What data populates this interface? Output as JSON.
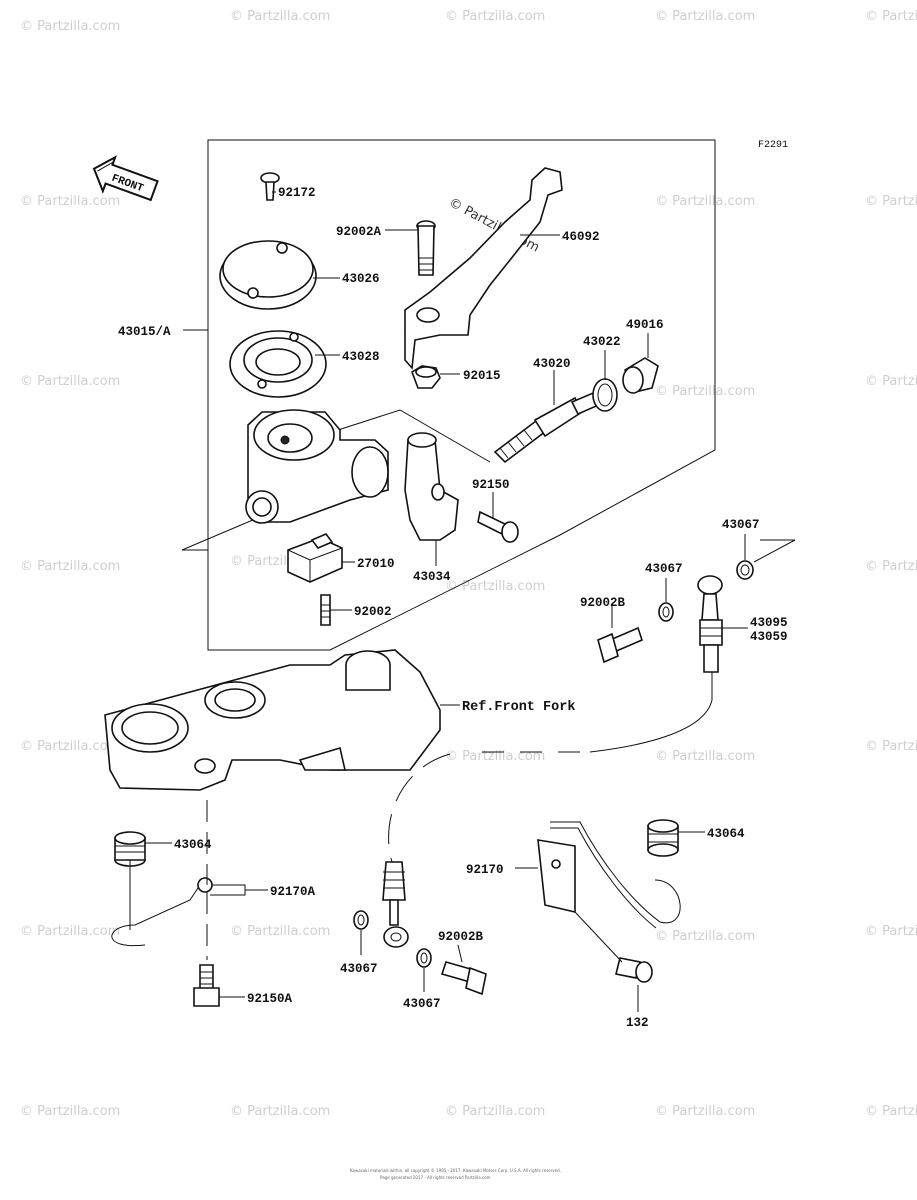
{
  "figure_code": "F2291",
  "front_label": "FRONT",
  "watermark": "© Partzilla.com",
  "reference_label": "Ref.Front Fork",
  "part_labels": [
    {
      "id": "92172",
      "text": "92172"
    },
    {
      "id": "92002A",
      "text": "92002A"
    },
    {
      "id": "46092",
      "text": "46092"
    },
    {
      "id": "43026",
      "text": "43026"
    },
    {
      "id": "43015A",
      "text": "43015/A"
    },
    {
      "id": "43028",
      "text": "43028"
    },
    {
      "id": "49016",
      "text": "49016"
    },
    {
      "id": "43022",
      "text": "43022"
    },
    {
      "id": "43020",
      "text": "43020"
    },
    {
      "id": "92015",
      "text": "92015"
    },
    {
      "id": "92150",
      "text": "92150"
    },
    {
      "id": "27010",
      "text": "27010"
    },
    {
      "id": "43034",
      "text": "43034"
    },
    {
      "id": "92002",
      "text": "92002"
    },
    {
      "id": "43067-a",
      "text": "43067"
    },
    {
      "id": "43067-b",
      "text": "43067"
    },
    {
      "id": "92002B-a",
      "text": "92002B"
    },
    {
      "id": "43095",
      "text": "43095"
    },
    {
      "id": "43059",
      "text": "43059"
    },
    {
      "id": "43064-a",
      "text": "43064"
    },
    {
      "id": "43064-b",
      "text": "43064"
    },
    {
      "id": "92170A",
      "text": "92170A"
    },
    {
      "id": "92170",
      "text": "92170"
    },
    {
      "id": "92150A",
      "text": "92150A"
    },
    {
      "id": "43067-c",
      "text": "43067"
    },
    {
      "id": "92002B-b",
      "text": "92002B"
    },
    {
      "id": "43067-d",
      "text": "43067"
    },
    {
      "id": "132",
      "text": "132"
    }
  ],
  "footer_line1": "Kawasaki materials within, all copyright © 1995 - 2017, Kawasaki Motors Corp, U.S.A. All rights reserved.",
  "footer_line2": "Page generated 2017 - All rights reserved Partzilla.com"
}
